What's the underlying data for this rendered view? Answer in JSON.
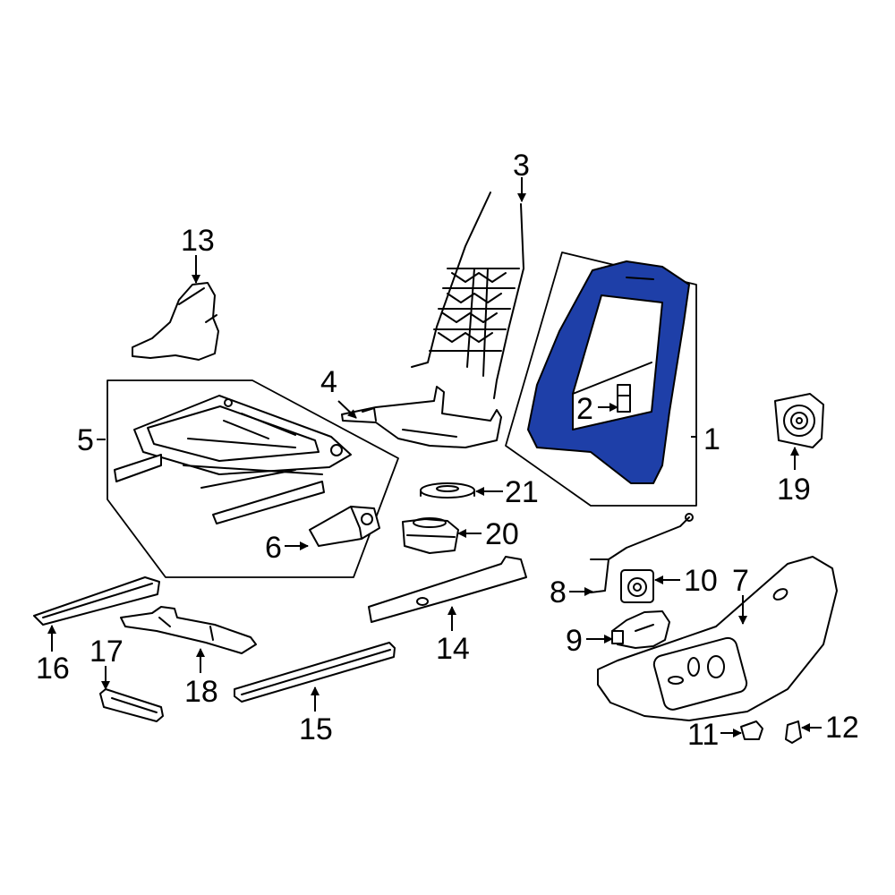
{
  "highlight_color": "#1e3fa8",
  "callouts": {
    "c1": "1",
    "c2": "2",
    "c3": "3",
    "c4": "4",
    "c5": "5",
    "c6": "6",
    "c7": "7",
    "c8": "8",
    "c9": "9",
    "c10": "10",
    "c11": "11",
    "c12": "12",
    "c13": "13",
    "c14": "14",
    "c15": "15",
    "c16": "16",
    "c17": "17",
    "c18": "18",
    "c19": "19",
    "c20": "20",
    "c21": "21"
  }
}
